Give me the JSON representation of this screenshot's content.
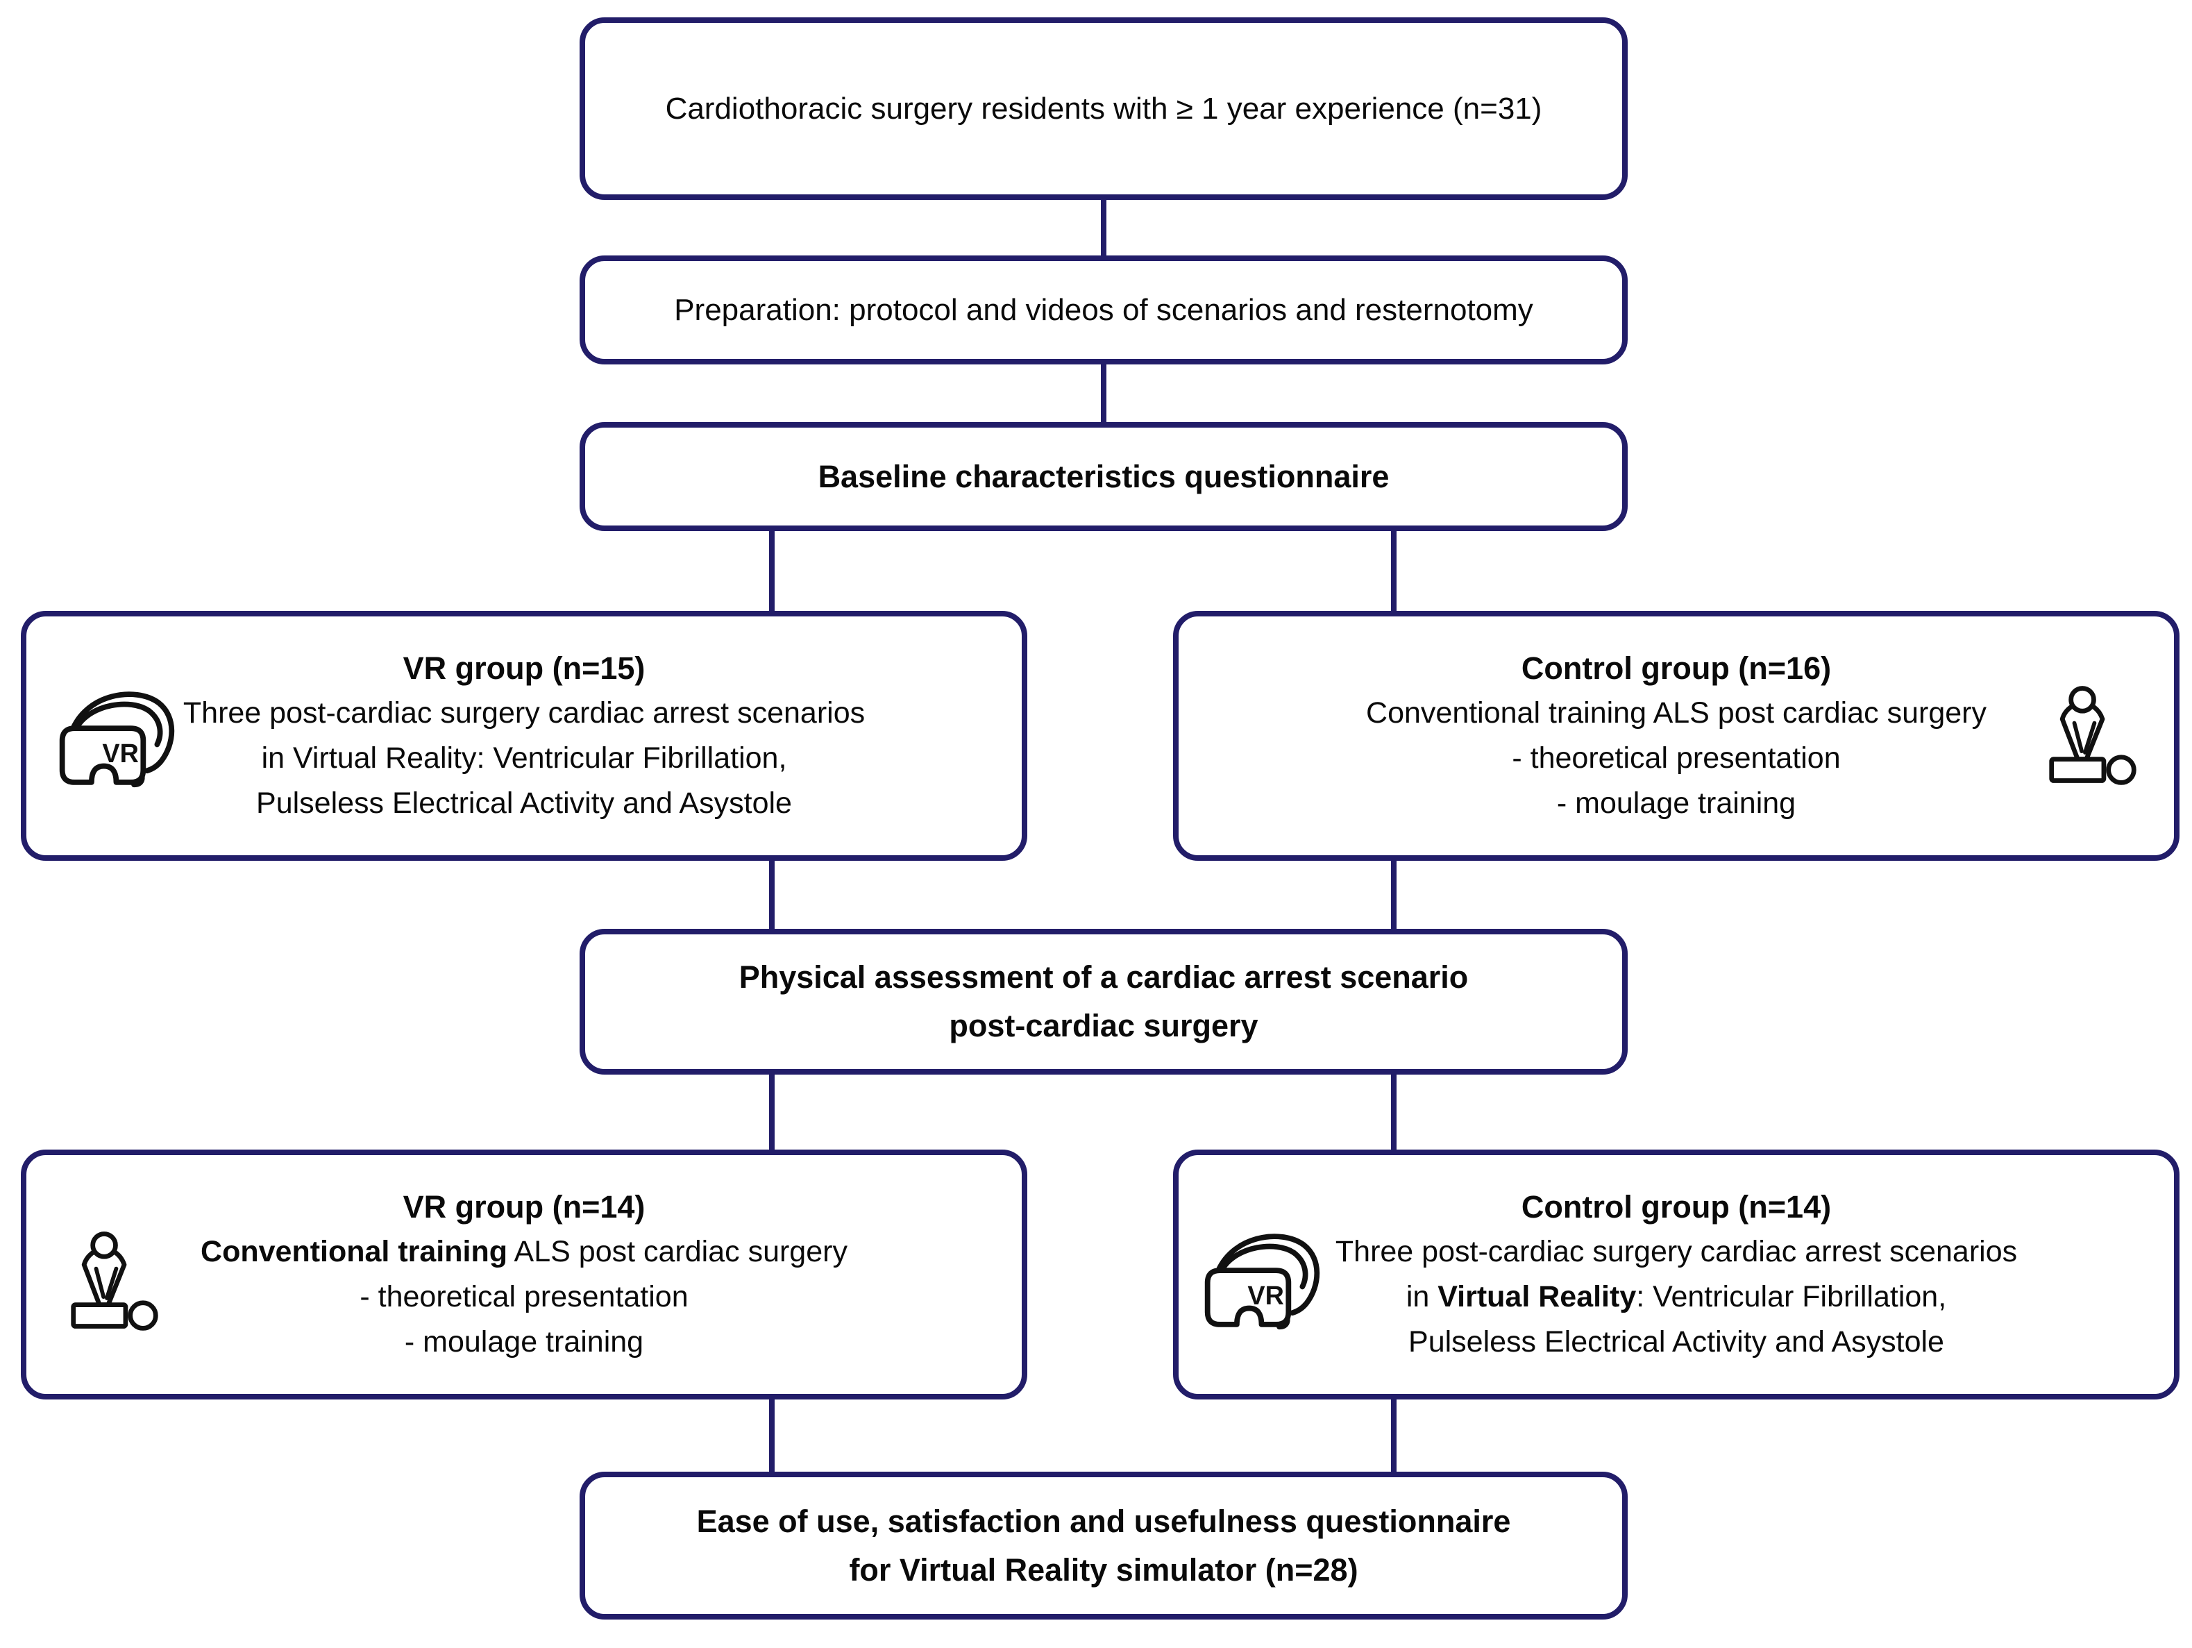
{
  "colors": {
    "line": "#221d69",
    "text": "#0a0a0a",
    "background": "#ffffff"
  },
  "icons": {
    "vr_headset_label": "VR"
  },
  "boxes": {
    "eligibility": {
      "text": "Cardiothoracic surgery residents with ≥ 1 year experience (n=31)"
    },
    "preparation": {
      "text": "Preparation: protocol and videos of scenarios and resternotomy"
    },
    "baseline": {
      "text": "Baseline characteristics questionnaire"
    },
    "vr_group_baseline": {
      "title": "VR group (n=15)",
      "line1": "Three post-cardiac surgery cardiac arrest scenarios",
      "line2": "in Virtual Reality: Ventricular Fibrillation,",
      "line3": "Pulseless Electrical Activity and Asystole"
    },
    "control_group_baseline": {
      "title": "Control group (n=16)",
      "line1": "Conventional training ALS post cardiac surgery",
      "line2": "- theoretical presentation",
      "line3": "- moulage training"
    },
    "assessment": {
      "line1": "Physical assessment of a cardiac arrest scenario",
      "line2": "post-cardiac surgery"
    },
    "vr_group_crossover": {
      "title": "VR group (n=14)",
      "line1_bold": "Conventional training",
      "line1_rest": " ALS post cardiac surgery",
      "line2": "- theoretical presentation",
      "line3": "- moulage training"
    },
    "control_group_crossover": {
      "title": "Control group (n=14)",
      "line1": "Three post-cardiac surgery cardiac arrest scenarios",
      "line2_pre": "in ",
      "line2_bold": "Virtual Reality",
      "line2_rest": ": Ventricular Fibrillation,",
      "line3": "Pulseless Electrical Activity and Asystole"
    },
    "final_questionnaire": {
      "line1": "Ease of use, satisfaction and usefulness questionnaire",
      "line2": "for Virtual Reality simulator (n=28)"
    }
  }
}
